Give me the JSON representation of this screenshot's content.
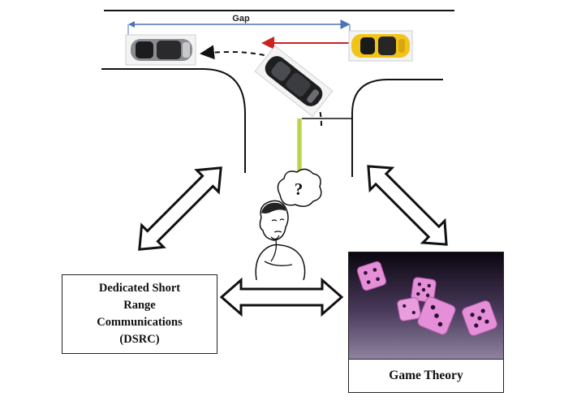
{
  "road_diagram": {
    "gap_label": "Gap"
  },
  "dsrc_box": {
    "label": "Dedicated Short\nRange\nCommunications\n(DSRC)"
  },
  "game_theory_box": {
    "label": "Game Theory"
  },
  "thinking_person": {
    "bubble_text": "?"
  },
  "colors": {
    "gap_arrow": "#4a74b4",
    "red_arrow": "#cc2222",
    "yellow_car": "#f0c419",
    "crosswalk_line": "#c8e05a",
    "dice": "#e58fd8"
  }
}
